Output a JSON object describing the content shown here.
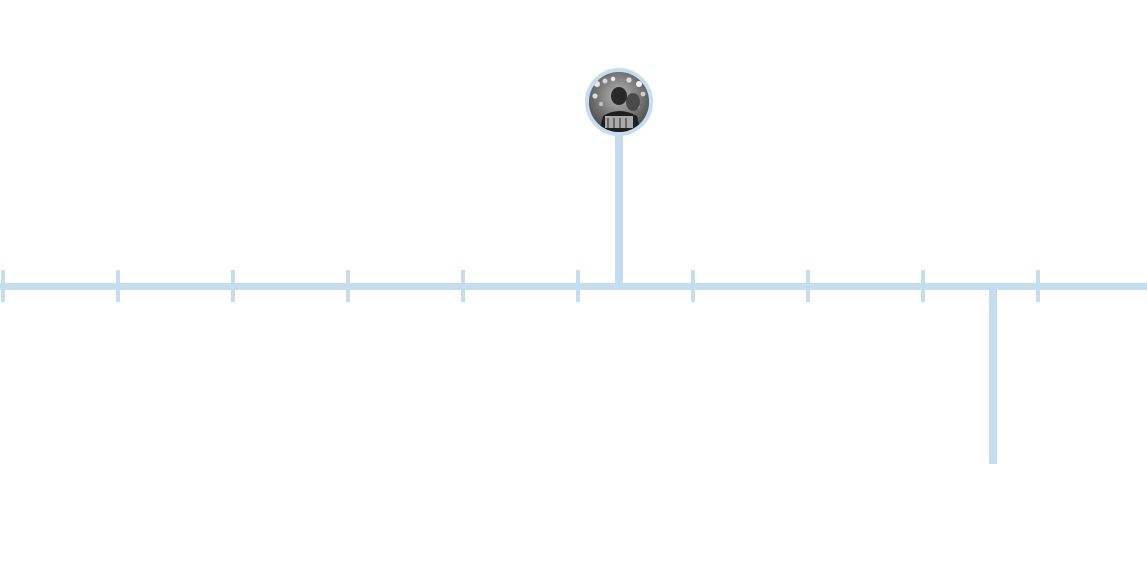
{
  "timeline": {
    "line_color": "#c5ddef",
    "tick_count": 10,
    "events": [
      {
        "id": "event-1",
        "position": "above",
        "has_image": true,
        "image": "black-and-white-photo-thumbnail"
      },
      {
        "id": "event-2",
        "position": "below",
        "has_image": false
      }
    ]
  }
}
